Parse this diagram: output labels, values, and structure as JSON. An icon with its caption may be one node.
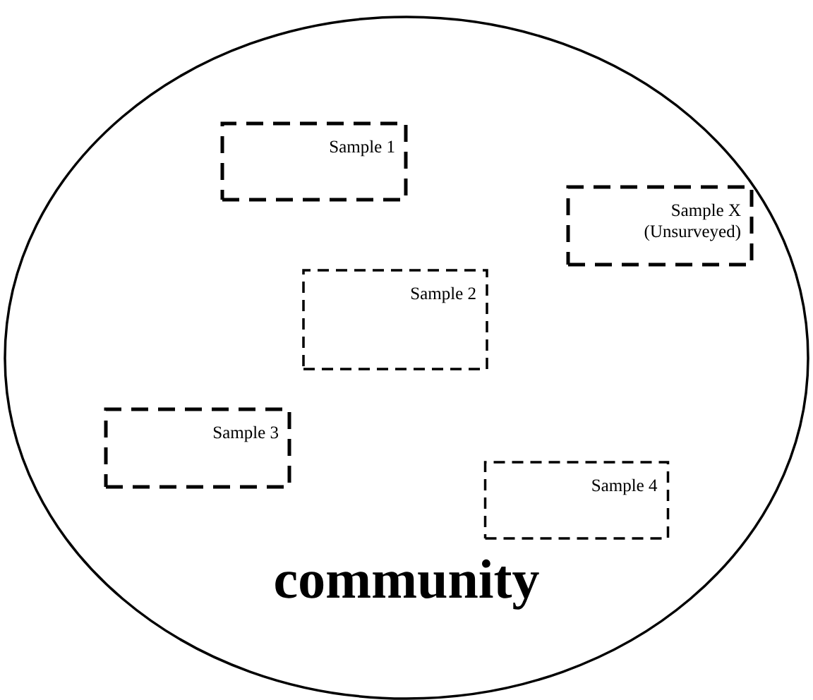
{
  "diagram": {
    "nodes": [
      {
        "text": [
          "community"
        ]
      },
      {
        "text": [
          "Sample 1"
        ],
        "in": 0
      },
      {
        "text": [
          "Sample X (Unsurveyed)"
        ],
        "in": 0
      },
      {
        "text": [
          "Sample 2"
        ],
        "in": 0
      },
      {
        "text": [
          "Sample 3"
        ],
        "in": 0
      },
      {
        "text": [
          "Sample 4"
        ],
        "in": 0
      }
    ]
  }
}
